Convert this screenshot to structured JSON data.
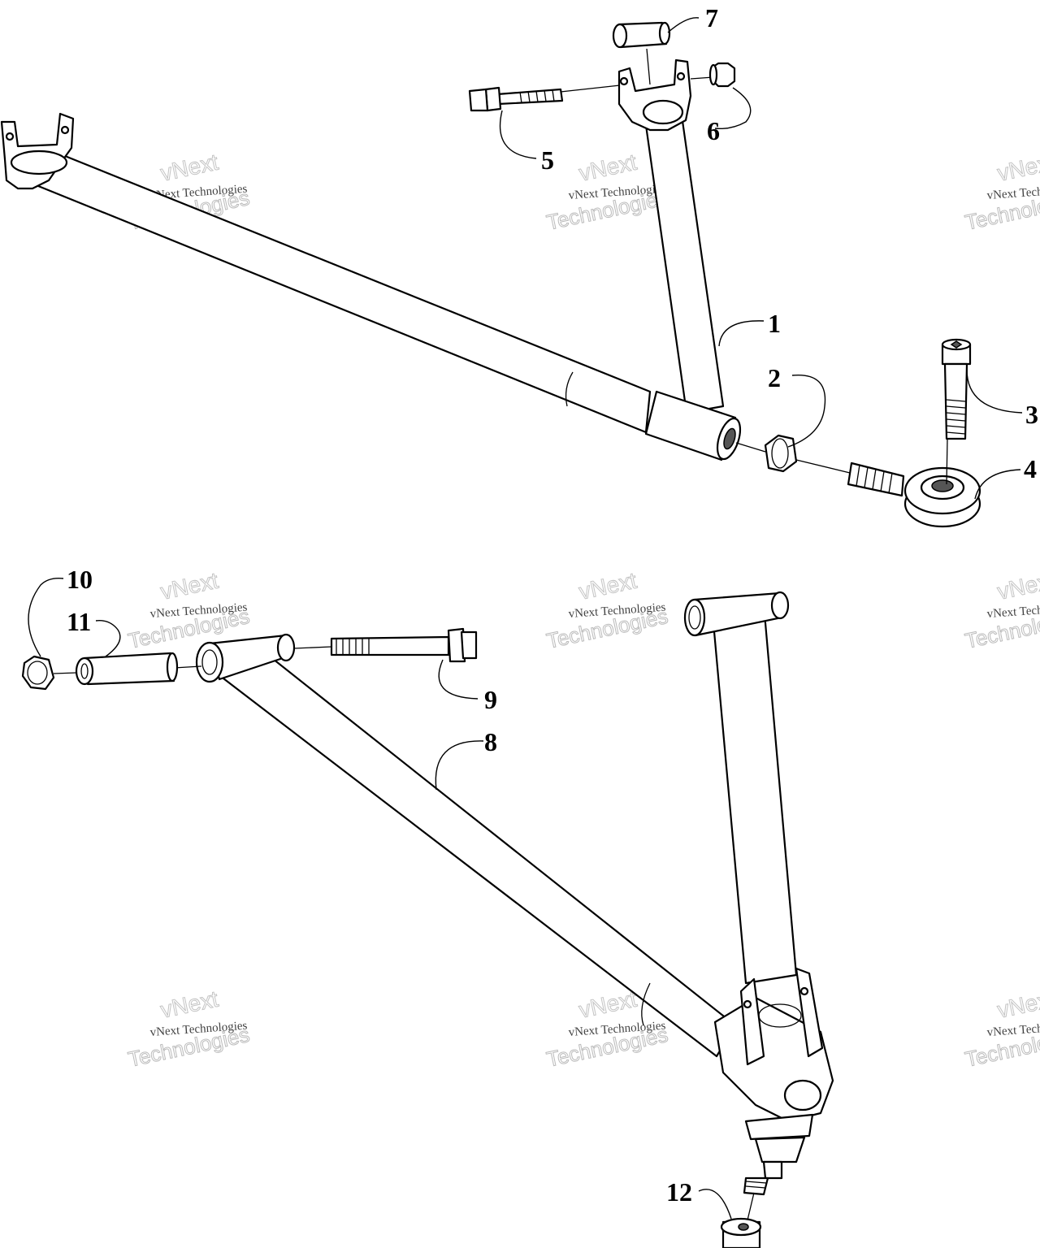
{
  "diagram": {
    "callouts": [
      "1",
      "2",
      "3",
      "4",
      "5",
      "6",
      "7",
      "8",
      "9",
      "10",
      "11",
      "12"
    ],
    "watermark": {
      "line1": "vNext",
      "line2": "vNext Technologies",
      "line3": "Technologies"
    }
  }
}
